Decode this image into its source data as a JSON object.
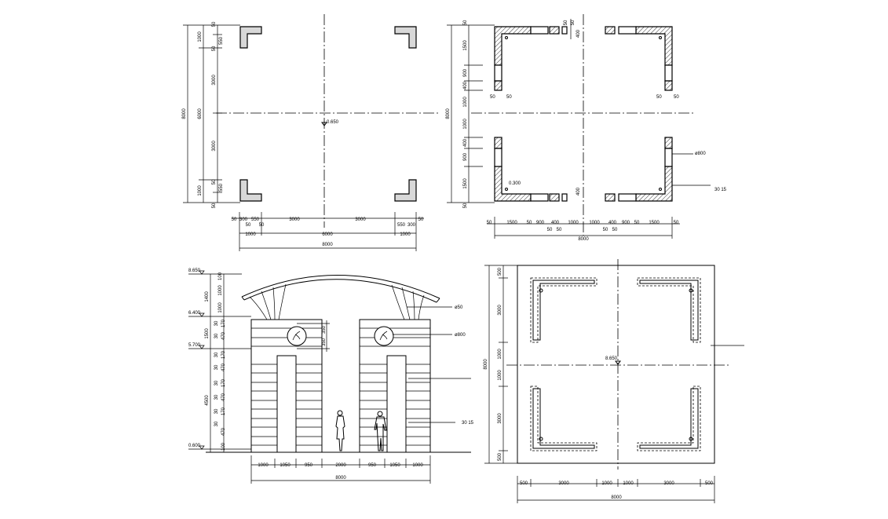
{
  "plan1": {
    "dims_bottom_row1": [
      "50",
      "300",
      "550",
      "3000",
      "3000",
      "550",
      "300",
      "50"
    ],
    "dims_bottom_row2": [
      "50",
      "50"
    ],
    "dims_bottom_row3": [
      "1000",
      "6000",
      "1000"
    ],
    "dims_bottom_total": "8000",
    "dims_left_outer": "8000",
    "dims_left_mid": [
      "1000",
      "6000",
      "1000"
    ],
    "dims_left_inner": [
      "3000",
      "3000"
    ],
    "dims_left_small": [
      "50",
      "550",
      "50",
      "50",
      "550",
      "50"
    ],
    "level": "0.650"
  },
  "plan2": {
    "dims_bottom_row1": [
      "50",
      "1500",
      "50",
      "900",
      "400",
      "1000",
      "1000",
      "400",
      "900",
      "50",
      "1500",
      "50"
    ],
    "dims_bottom_row2": [
      "50",
      "50",
      "50",
      "50"
    ],
    "dims_bottom_total": "8000",
    "dims_left_outer": "8000",
    "dims_left": [
      "50",
      "1500",
      "900",
      "400",
      "1000",
      "1000",
      "400",
      "900",
      "1500",
      "50"
    ],
    "dims_top_small": [
      "50",
      "50",
      "400"
    ],
    "dims_mid": [
      "50",
      "50",
      "50",
      "50"
    ],
    "level": "0.300",
    "diameter_label": "ø800",
    "hatch_label": "30   15"
  },
  "elevation": {
    "levels": [
      "8.650",
      "6.400",
      "5.700",
      "0.600"
    ],
    "dims_left_outer": [
      "1400",
      "1500",
      "4500"
    ],
    "dims_left_inner": [
      "100",
      "1000",
      "1000",
      "30",
      "170",
      "30",
      "470",
      "30",
      "170",
      "30",
      "470",
      "30",
      "170",
      "30",
      "470",
      "30",
      "170",
      "30",
      "470",
      "100"
    ],
    "dims_circle": [
      "350",
      "350"
    ],
    "dims_bottom": [
      "1000",
      "1050",
      "950",
      "2000",
      "950",
      "1050",
      "1000"
    ],
    "dims_total": "8000",
    "pipe_label": "ø50",
    "circle_label": "ø800",
    "hatch_label": "30   15"
  },
  "roof_plan": {
    "dims_bottom": [
      "500",
      "3000",
      "1000",
      "1000",
      "3000",
      "500"
    ],
    "dims_left": [
      "500",
      "3000",
      "1000",
      "1000",
      "3000",
      "500"
    ],
    "dims_total_bottom": "8000",
    "dims_total_left": "8000",
    "level": "8.650"
  }
}
